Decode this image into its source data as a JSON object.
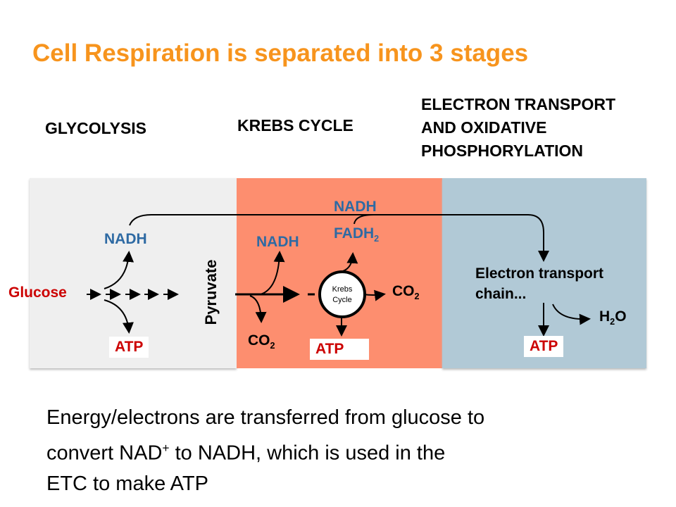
{
  "title": "Cell Respiration is separated into 3 stages",
  "stages": {
    "glycolysis": "GLYCOLYSIS",
    "krebs": "KREBS CYCLE",
    "etc_line1": "ELECTRON TRANSPORT",
    "etc_line2": "AND OXIDATIVE",
    "etc_line3": "PHOSPHORYLATION"
  },
  "diagram": {
    "glucose": "Glucose",
    "nadh_glycolysis": "NADH",
    "atp_glycolysis": "ATP",
    "pyruvate": "Pyruvate",
    "nadh_krebs": "NADH",
    "co2_left": "CO",
    "co2_left_sub": "2",
    "nadh_top": "NADH",
    "fadh2": "FADH",
    "fadh2_sub": "2",
    "krebs_line1": "Krebs",
    "krebs_line2": "Cycle",
    "co2_right": "CO",
    "co2_right_sub": "2",
    "atp_krebs": "ATP",
    "etc_line1": "Electron transport",
    "etc_line2": "chain...",
    "h2o_h": "H",
    "h2o_sub": "2",
    "h2o_o": "O",
    "atp_etc": "ATP"
  },
  "bottom": {
    "line1": "Energy/electrons are transferred from glucose to",
    "line2a": "convert NAD",
    "line2sup": "+",
    "line2b": " to NADH, which is used in the",
    "line3": "ETC to make ATP"
  },
  "colors": {
    "title": "#f7941d",
    "glycolysis_bg": "#efefef",
    "krebs_bg": "#fd8e6f",
    "etc_bg": "#b1c9d6",
    "carrier": "#2e6aa3",
    "product": "#cc0000"
  }
}
